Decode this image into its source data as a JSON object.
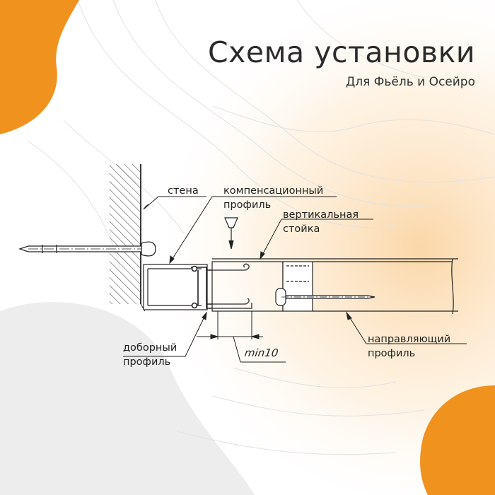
{
  "header": {
    "title": "Схема установки",
    "subtitle": "Для Фьёль и Осейро"
  },
  "labels": {
    "wall": "стена",
    "compensation_line1": "компенсационный",
    "compensation_line2": "профиль",
    "vertical_line1": "вертикальная",
    "vertical_line2": "стойка",
    "extension_line1": "доборный",
    "extension_line2": "профиль",
    "guide_line1": "направляющий",
    "guide_line2": "профиль",
    "min_dimension": "min10"
  },
  "colors": {
    "accent": "#f0921e",
    "ink": "#222222"
  }
}
